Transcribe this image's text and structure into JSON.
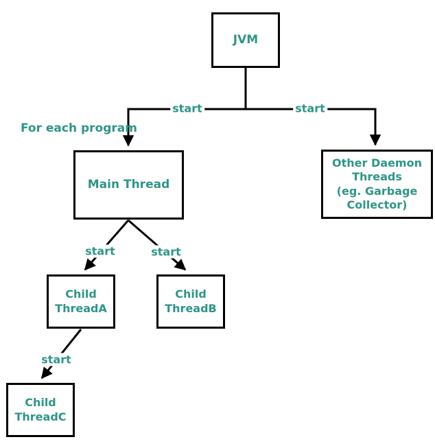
{
  "diagram": {
    "nodes": {
      "jvm": {
        "label": "JVM"
      },
      "main_thread": {
        "label": "Main Thread"
      },
      "other_daemon": {
        "label": "Other Daemon\nThreads\n(eg. Garbage\nCollector)"
      },
      "child_a": {
        "label": "Child\nThreadA"
      },
      "child_b": {
        "label": "Child\nThreadB"
      },
      "child_c": {
        "label": "Child\nThreadC"
      }
    },
    "edge_labels": {
      "start_main": "start",
      "start_daemon": "start",
      "start_child_a": "start",
      "start_child_b": "start",
      "start_child_c": "start"
    },
    "annotations": {
      "for_each_program": "For each program"
    },
    "colors": {
      "text": "#2d9687",
      "line": "#000000",
      "background": "#ffffff"
    }
  }
}
